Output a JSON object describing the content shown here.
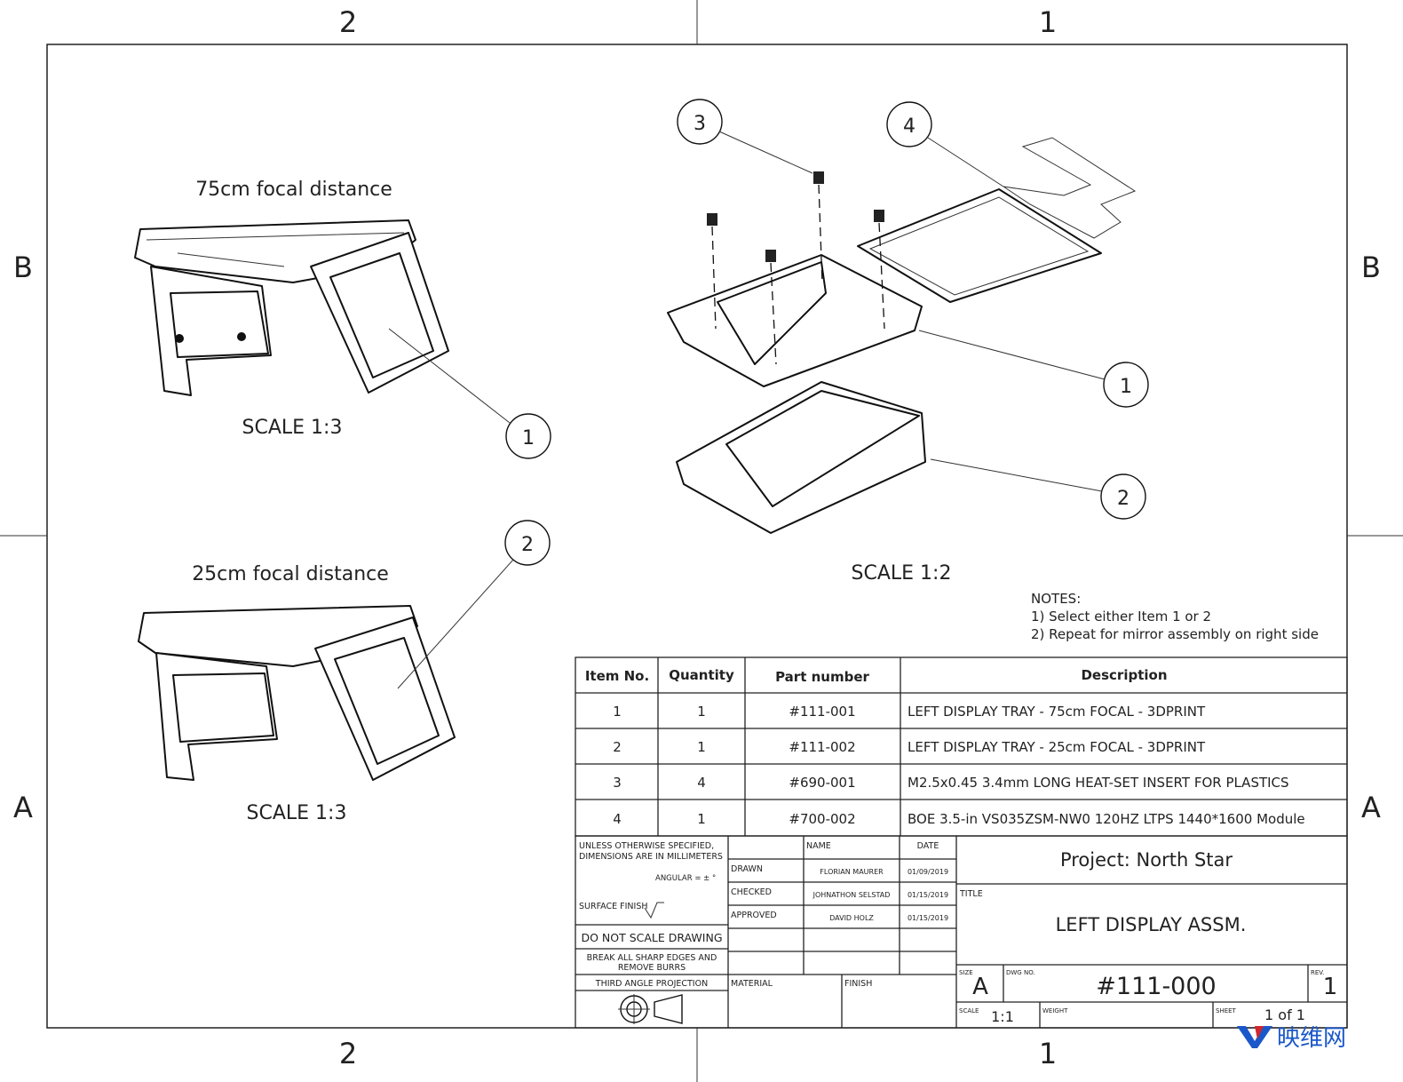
{
  "zones": {
    "cols": [
      "2",
      "1"
    ],
    "rows": [
      "B",
      "A"
    ]
  },
  "views": [
    {
      "caption": "75cm focal distance",
      "scale": "SCALE 1:3",
      "balloon": "1"
    },
    {
      "caption": "25cm focal distance",
      "scale": "SCALE 1:3",
      "balloon": "2"
    },
    {
      "scale": "SCALE 1:2",
      "balloons": [
        "3",
        "4",
        "1",
        "2"
      ]
    }
  ],
  "notes": {
    "title": "NOTES:",
    "items": [
      "1) Select either Item 1 or 2",
      "2) Repeat for mirror assembly on right side"
    ]
  },
  "bom": {
    "headers": [
      "Item No.",
      "Quantity",
      "Part number",
      "Description"
    ],
    "rows": [
      [
        "1",
        "1",
        "#111-001",
        "LEFT DISPLAY TRAY - 75cm FOCAL - 3DPRINT"
      ],
      [
        "2",
        "1",
        "#111-002",
        "LEFT DISPLAY TRAY - 25cm FOCAL - 3DPRINT"
      ],
      [
        "3",
        "4",
        "#690-001",
        "M2.5x0.45  3.4mm LONG HEAT-SET INSERT FOR PLASTICS"
      ],
      [
        "4",
        "1",
        "#700-002",
        "BOE 3.5-in VS035ZSM-NW0 120HZ LTPS 1440*1600 Module"
      ]
    ]
  },
  "title_block": {
    "spec1": "UNLESS OTHERWISE SPECIFIED,",
    "spec2": "DIMENSIONS ARE IN MILLIMETERS",
    "angular": "ANGULAR = ± °",
    "surface": "SURFACE FINISH",
    "dns": "DO NOT SCALE DRAWING",
    "break1": "BREAK ALL SHARP EDGES AND",
    "break2": "REMOVE BURRS",
    "projection": "THIRD ANGLE PROJECTION",
    "name_h": "NAME",
    "date_h": "DATE",
    "signoff": [
      {
        "role": "DRAWN",
        "name": "FLORIAN MAURER",
        "date": "01/09/2019"
      },
      {
        "role": "CHECKED",
        "name": "JOHNATHON SELSTAD",
        "date": "01/15/2019"
      },
      {
        "role": "APPROVED",
        "name": "DAVID HOLZ",
        "date": "01/15/2019"
      }
    ],
    "material": "MATERIAL",
    "finish": "FINISH",
    "project": "Project: North Star",
    "title_label": "TITLE",
    "title": "LEFT DISPLAY ASSM.",
    "size_label": "SIZE",
    "size": "A",
    "dwg_label": "DWG NO.",
    "dwg": "#111-000",
    "rev_label": "REV.",
    "rev": "1",
    "scale_label": "SCALE",
    "scale": "1:1",
    "weight_label": "WEIGHT",
    "sheet_label": "SHEET",
    "sheet": "1 of 1"
  },
  "watermark": "映维网"
}
